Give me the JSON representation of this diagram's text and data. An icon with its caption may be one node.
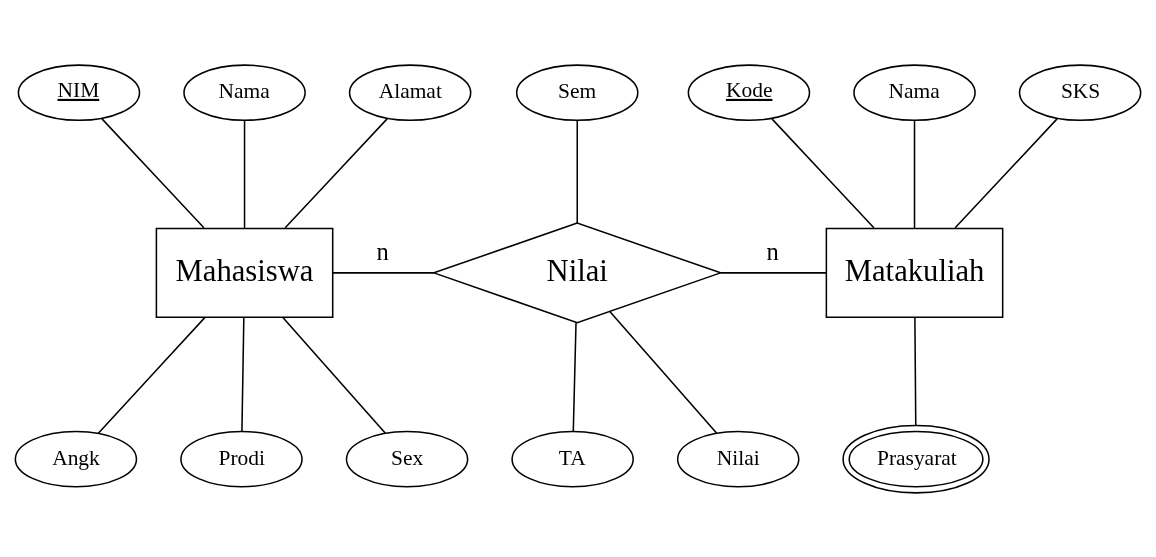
{
  "diagram": {
    "nodes": [
      {
        "text": [
          "NIM"
        ]
      },
      {
        "text": [
          "Nama"
        ]
      },
      {
        "text": [
          "Alamat"
        ]
      },
      {
        "text": [
          "Sem"
        ]
      },
      {
        "text": [
          "Kode"
        ]
      },
      {
        "text": [
          "Nama"
        ]
      },
      {
        "text": [
          "SKS"
        ]
      },
      {
        "text": [
          "Mahasiswa"
        ]
      },
      {
        "text": [
          "Nilai"
        ]
      },
      {
        "text": [
          "Matakuliah"
        ]
      },
      {
        "text": [
          "TA"
        ]
      },
      {
        "text": [
          "Nilai"
        ]
      },
      {
        "text": [
          "Prasyarat"
        ]
      },
      {
        "text": [
          "Angk"
        ]
      },
      {
        "text": [
          "Prodi"
        ]
      },
      {
        "text": [
          "Sex"
        ]
      }
    ],
    "edges": [
      {
        "from": 7,
        "to": 0,
        "arrow": "none"
      },
      {
        "from": 7,
        "to": 1,
        "arrow": "none"
      },
      {
        "from": 7,
        "to": 2,
        "arrow": "none"
      },
      {
        "from": 8,
        "to": 3,
        "arrow": "none"
      },
      {
        "from": 9,
        "to": 4,
        "arrow": "none"
      },
      {
        "from": 9,
        "to": 5,
        "arrow": "none"
      },
      {
        "from": 9,
        "to": 6,
        "arrow": "none"
      },
      {
        "from": 7,
        "to": 8,
        "label": "n",
        "arrow": "none"
      },
      {
        "from": 8,
        "to": 9,
        "label": "n",
        "arrow": "none"
      },
      {
        "from": 7,
        "to": 13,
        "arrow": "none"
      },
      {
        "from": 7,
        "to": 14,
        "arrow": "none"
      },
      {
        "from": 7,
        "to": 15,
        "arrow": "none"
      },
      {
        "from": 8,
        "to": 10,
        "arrow": "none"
      },
      {
        "from": 8,
        "to": 11,
        "arrow": "none"
      },
      {
        "from": 9,
        "to": 12,
        "arrow": "none"
      }
    ]
  }
}
